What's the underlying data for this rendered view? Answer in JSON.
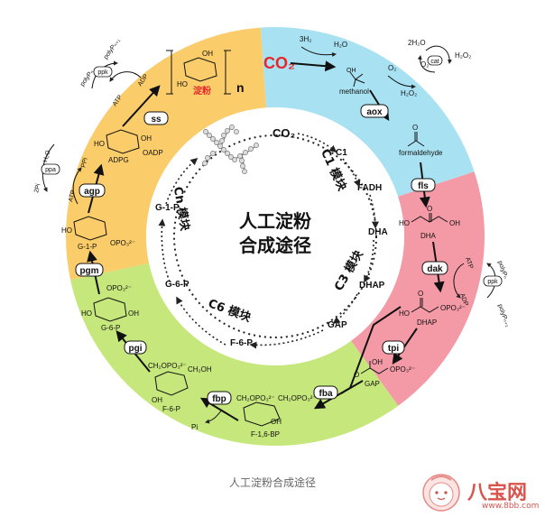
{
  "center_title": [
    "人工淀粉",
    "合成途径"
  ],
  "modules": {
    "c1": "C1 模块",
    "c3": "C3 模块",
    "c6": "C6 模块",
    "cn": "Cn 模块"
  },
  "inner_cycle": [
    "CO₂",
    "C1",
    "FADH",
    "DHA",
    "DHAP",
    "GAP",
    "F-6-P",
    "G-6-P",
    "G-1-P"
  ],
  "enzymes": [
    "aox",
    "cat",
    "fls",
    "dak",
    "ppk",
    "tpi",
    "fba",
    "fbp",
    "pgi",
    "pgm",
    "agp",
    "ppa",
    "ss"
  ],
  "metabolites": {
    "co2": "CO₂",
    "methanol": "methanol",
    "formaldehyde": "formaldehyde",
    "dha": "DHA",
    "dhap": "DHAP",
    "gap": "GAP",
    "f16bp": "F-1,6-BP",
    "f6p": "F-6-P",
    "g6p": "G-6-P",
    "g1p": "G-1-P",
    "adpg": "ADPG",
    "starch": "淀粉",
    "n": "n"
  },
  "cofactors": {
    "h2_3": "3H₂",
    "h2o": "H₂O",
    "o2": "O₂",
    "h2o2": "H₂O₂",
    "h2o_2": "2H₂O",
    "atp": "ATP",
    "adp": "ADP",
    "ppi": "PPi",
    "pi_2": "2Pi",
    "pi": "Pi",
    "oadp": "OADP",
    "polyp_n": "polyPₙ",
    "polyp_n1": "polyPₙ₊₁",
    "ppk": "ppk",
    "opo3": "OPO₃²⁻",
    "ho": "HO",
    "oh": "OH",
    "o": "O",
    "ch2opo3": "CH₂OPO₃²⁻",
    "ch2oh": "CH₂OH"
  },
  "caption": "人工淀粉合成途径",
  "watermark": {
    "text": "八宝网",
    "url": "www.8bb.com"
  },
  "colors": {
    "c1_blue": "#a8e2f2",
    "c3_pink": "#f49aa6",
    "c6_green": "#c6e77b",
    "cn_yellow": "#fbcc6a",
    "co2_red": "#e8262a",
    "starch_red": "#e8262a"
  }
}
